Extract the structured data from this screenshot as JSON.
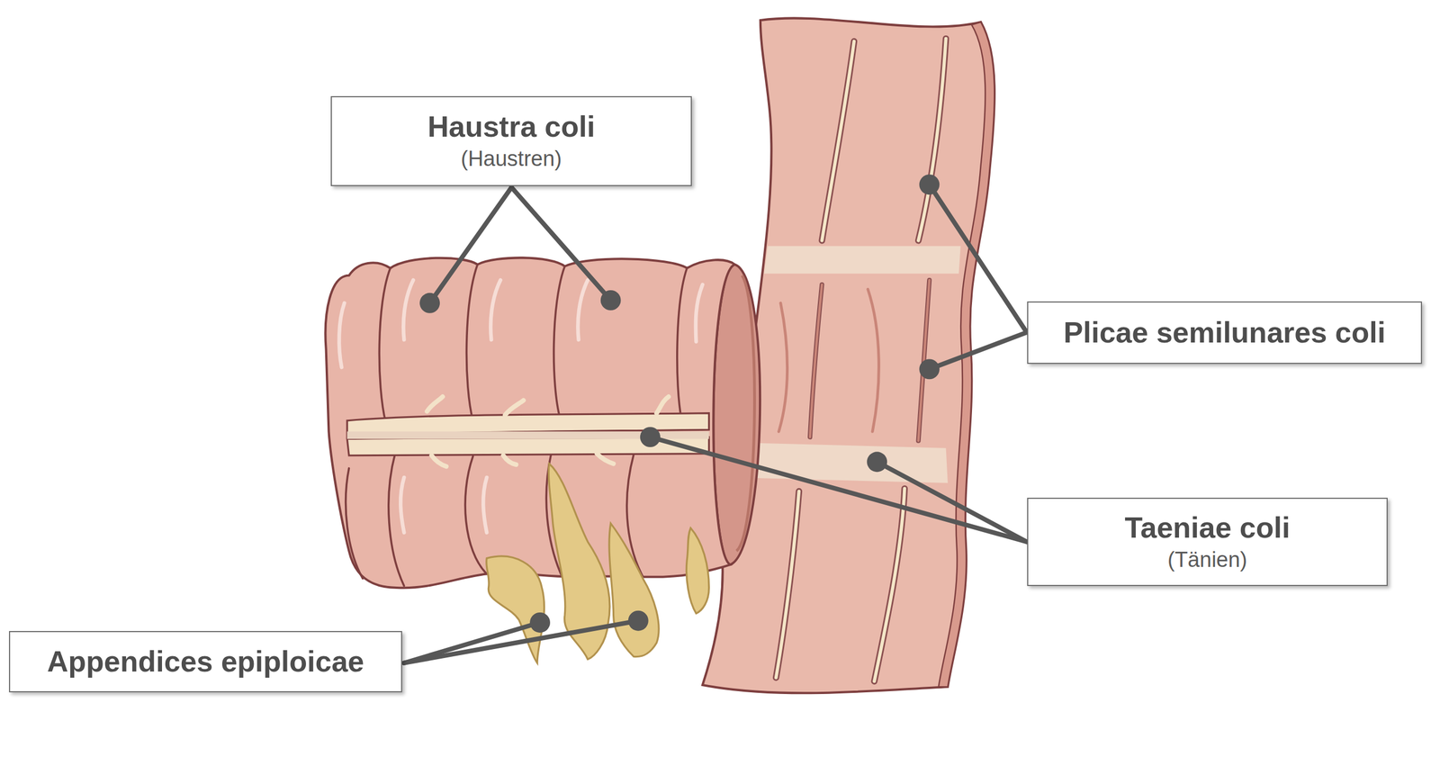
{
  "diagram": {
    "nodes": [
      {
        "text": [
          "Haustra coli",
          "(Haustren)"
        ]
      },
      {
        "text": [
          "Plicae semilunares coli"
        ]
      },
      {
        "text": [
          "Taeniae coli",
          "(Tänien)"
        ]
      },
      {
        "text": [
          "Appendices epiploicae"
        ]
      }
    ]
  }
}
